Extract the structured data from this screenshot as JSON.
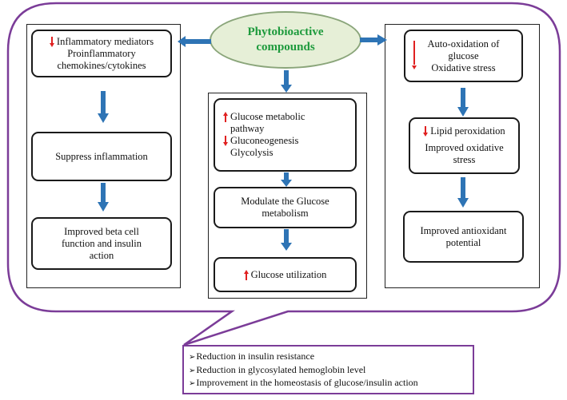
{
  "center": {
    "title": "Phytobioactive compounds"
  },
  "left": {
    "box1": [
      "Inflammatory mediators",
      "Proinflammatory",
      "chemokines/cytokines"
    ],
    "box2": "Suppress inflammation",
    "box3": [
      "Improved beta cell",
      "function and insulin",
      "action"
    ]
  },
  "middle": {
    "box1": [
      "Glucose metabolic",
      "pathway",
      "Gluconeogenesis",
      "Glycolysis"
    ],
    "box2": [
      "Modulate the Glucose",
      "metabolism"
    ],
    "box3": "Glucose utilization"
  },
  "right": {
    "box1": [
      "Auto-oxidation of",
      "glucose",
      "Oxidative stress"
    ],
    "box2": [
      "Lipid peroxidation",
      "Improved oxidative",
      "stress"
    ],
    "box3": [
      "Improved antioxidant",
      "potential"
    ]
  },
  "summary": [
    "Reduction in insulin resistance",
    "Reduction in glycosylated hemoglobin level",
    "Improvement in  the homeostasis of glucose/insulin action"
  ],
  "colors": {
    "callout_border": "#7b3c98",
    "flow_arrow": "#2e74b5",
    "change_arrow": "#e02020",
    "title_text": "#1d9a3c",
    "ellipse_fill": "#e6efd7"
  }
}
